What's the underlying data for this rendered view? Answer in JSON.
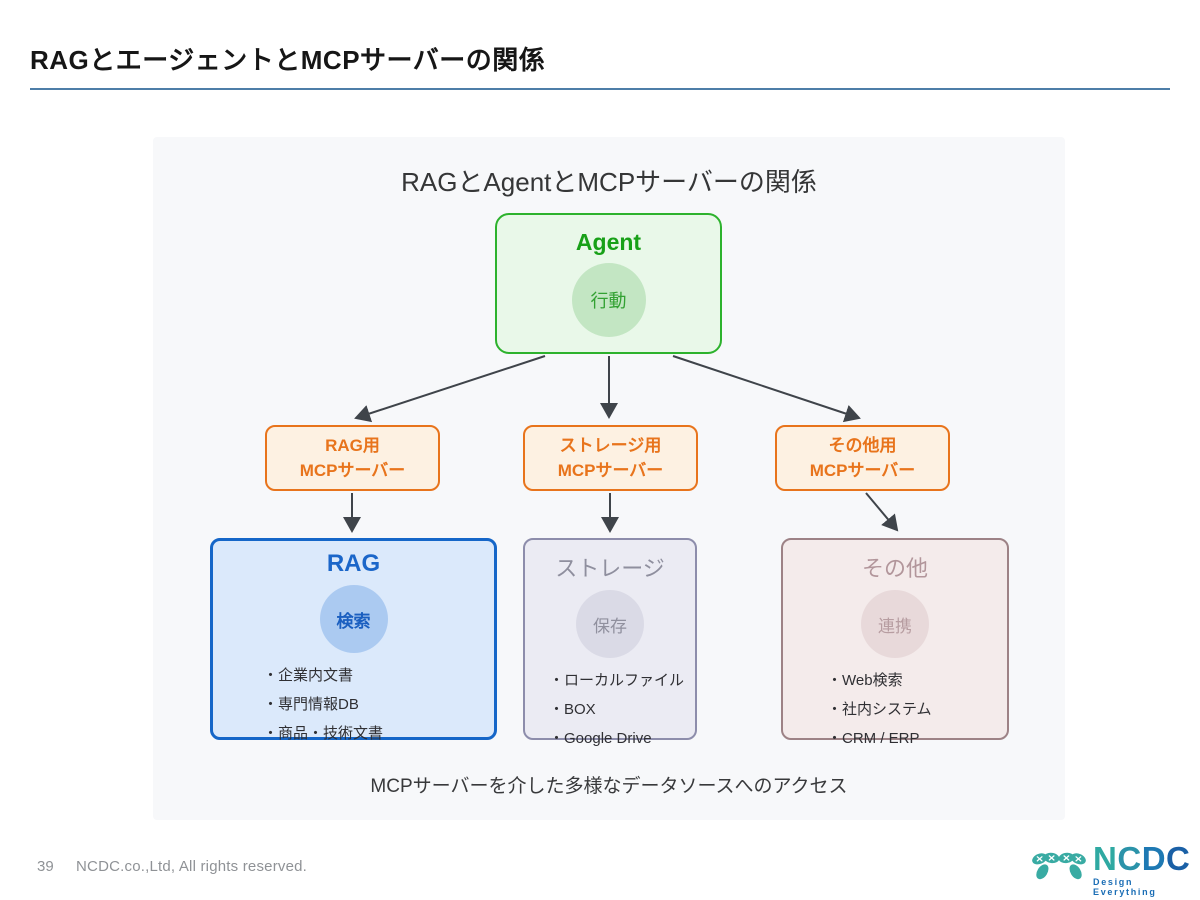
{
  "slide": {
    "title": "RAGとエージェントとMCPサーバーの関係"
  },
  "diagram": {
    "title": "RAGとAgentとMCPサーバーの関係",
    "caption": "MCPサーバーを介した多様なデータソースへのアクセス",
    "agent": {
      "label": "Agent",
      "circle_label": "行動"
    },
    "mcp_servers": {
      "rag": {
        "line1": "RAG用",
        "line2": "MCPサーバー"
      },
      "storage": {
        "line1": "ストレージ用",
        "line2": "MCPサーバー"
      },
      "other": {
        "line1": "その他用",
        "line2": "MCPサーバー"
      }
    },
    "sources": {
      "rag": {
        "title": "RAG",
        "circle_label": "検索",
        "items": [
          "・企業内文書",
          "・専門情報DB",
          "・商品・技術文書"
        ]
      },
      "storage": {
        "title": "ストレージ",
        "circle_label": "保存",
        "items": [
          "・ローカルファイル",
          "・BOX",
          "・Google Drive"
        ]
      },
      "other": {
        "title": "その他",
        "circle_label": "連携",
        "items": [
          "・Web検索",
          "・社内システム",
          "・CRM / ERP"
        ]
      }
    }
  },
  "footer": {
    "page_number": "39",
    "copyright": "NCDC.co.,Ltd, All rights reserved.",
    "logo": {
      "letters": [
        "N",
        "C",
        "D",
        "C"
      ],
      "tagline": "Design Everything",
      "icon": "ncdc-clover-icon"
    }
  },
  "colors": {
    "title_rule": "#4d7ea8",
    "diagram_bg": "#f7f8fa",
    "agent_green": "#2db22d",
    "mcp_orange": "#e8741c",
    "rag_blue": "#1566c8",
    "storage_gray": "#8d8dab",
    "other_rose": "#9d8286",
    "arrow": "#3f444a",
    "logo_teal": "#39aba3"
  }
}
